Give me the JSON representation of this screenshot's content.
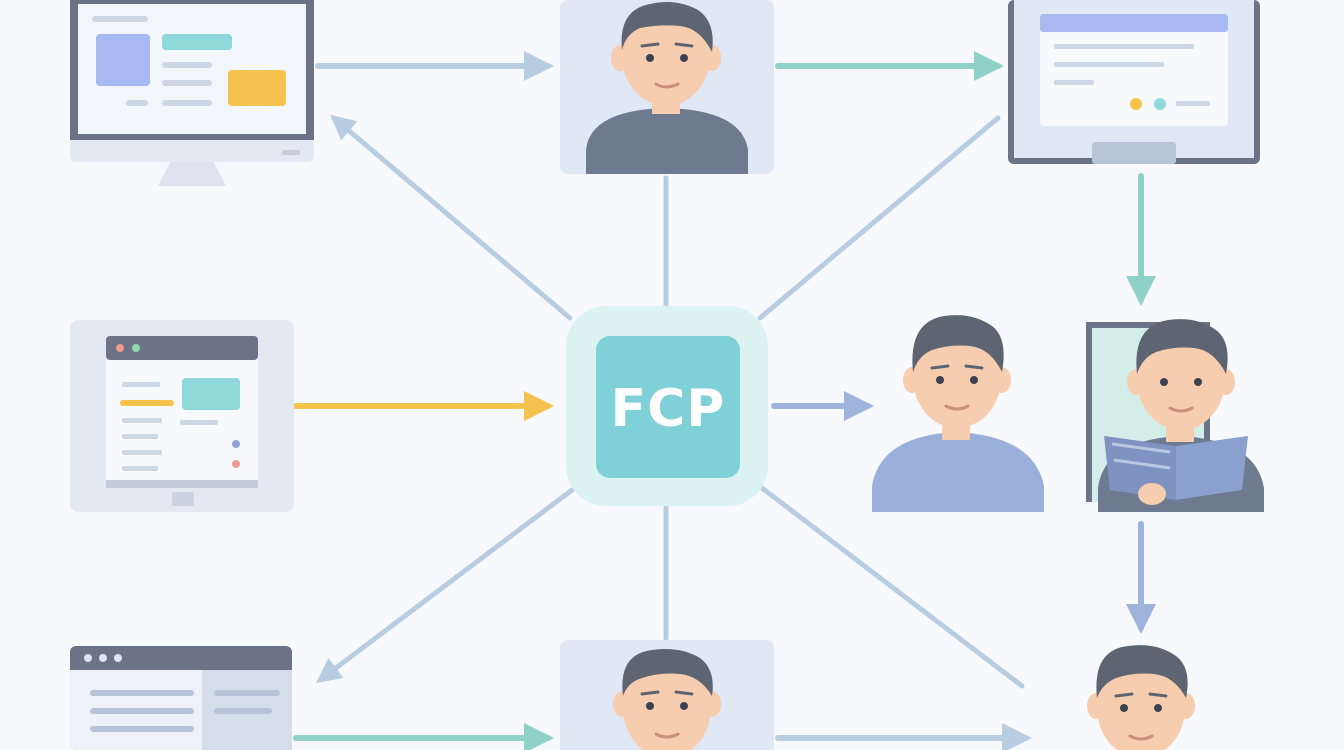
{
  "hub": {
    "label": "FCP"
  },
  "colors": {
    "background": "#f7f9fc",
    "hub_outer": "#dcf3f1",
    "hub_inner": "#7fd0d7",
    "hub_text": "#ffffff",
    "connector_blue": "#b9cde2",
    "connector_teal": "#8fd1c9",
    "connector_yellow": "#f5c24d",
    "connector_indigo": "#9eb4dc",
    "person_skin": "#f7cdb0",
    "person_hair": "#5d6472",
    "person_shirt_slate": "#6e7a8f",
    "person_shirt_blue": "#9aafd9",
    "card_bg": "#dfe8f4",
    "screen_frame": "#6b7486",
    "accent_yellow": "#f5c24d",
    "accent_teal": "#8fd8d9",
    "accent_purple": "#a8b8f0"
  },
  "nodes": [
    {
      "name": "desktop-monitor-top-left",
      "icon": "monitor-icon"
    },
    {
      "name": "person-card-top-center",
      "icon": "person-icon"
    },
    {
      "name": "monitor-top-right",
      "icon": "monitor-icon"
    },
    {
      "name": "browser-window-middle-left",
      "icon": "browser-window-icon"
    },
    {
      "name": "person-middle-right",
      "icon": "person-icon"
    },
    {
      "name": "person-reading-right",
      "icon": "person-reading-book-icon"
    },
    {
      "name": "browser-window-bottom-left",
      "icon": "browser-window-icon"
    },
    {
      "name": "person-card-bottom-center",
      "icon": "person-icon"
    },
    {
      "name": "person-bottom-right",
      "icon": "person-icon"
    }
  ]
}
